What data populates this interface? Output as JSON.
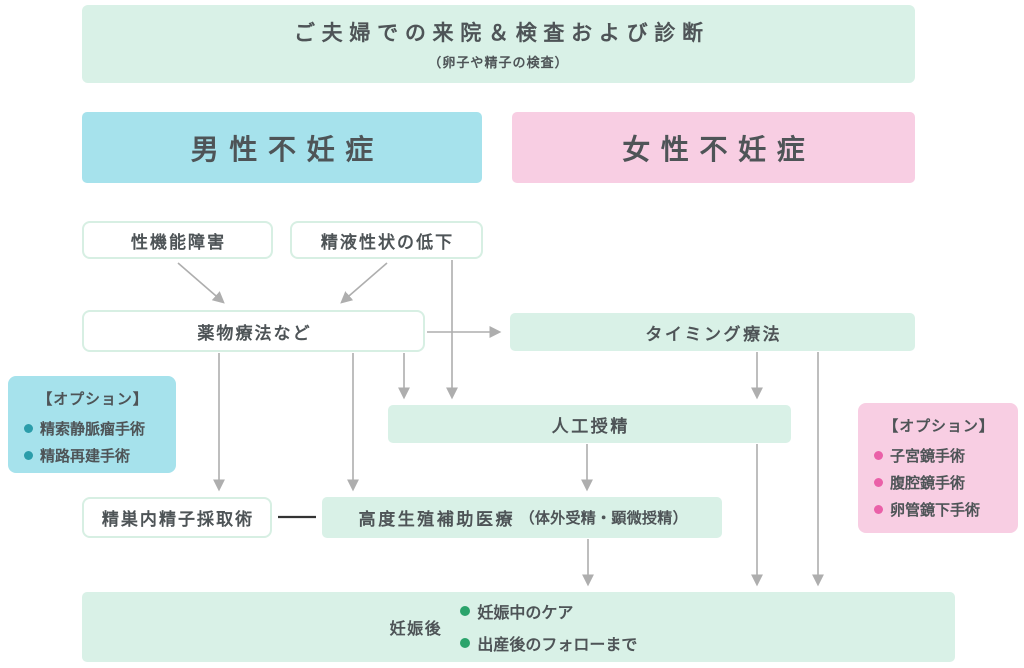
{
  "palette": {
    "mint": "#d9f1e7",
    "cyan": "#a6e2ec",
    "pink": "#f8cee3",
    "white_border": "#d7efe3",
    "text": "#4e5457",
    "arrow": "#aeaeae",
    "teal_dot": "#2b9daa",
    "pink_dot": "#ea60a8",
    "green_dot": "#2aa36b",
    "dark_line": "#333333"
  },
  "header": {
    "title": "ご夫婦での来院＆検査および診断",
    "subtitle": "（卵子や精子の検査）"
  },
  "branches": {
    "male": "男性不妊症",
    "female": "女性不妊症"
  },
  "nodes": {
    "sexual_dysfunction": "性機能障害",
    "semen_quality": "精液性状の低下",
    "drug_therapy": "薬物療法など",
    "timing_therapy": "タイミング療法",
    "artificial_insemination": "人工授精",
    "tese": "精巣内精子採取術",
    "art_main": "高度生殖補助医療",
    "art_sub": "（体外受精・顕微授精）"
  },
  "male_options": {
    "title": "【オプション】",
    "items": [
      "精索静脈瘤手術",
      "精路再建手術"
    ]
  },
  "female_options": {
    "title": "【オプション】",
    "items": [
      "子宮鏡手術",
      "腹腔鏡手術",
      "卵管鏡下手術"
    ]
  },
  "outcome": {
    "label": "妊娠後",
    "items": [
      "妊娠中のケア",
      "出産後のフォローまで"
    ]
  }
}
